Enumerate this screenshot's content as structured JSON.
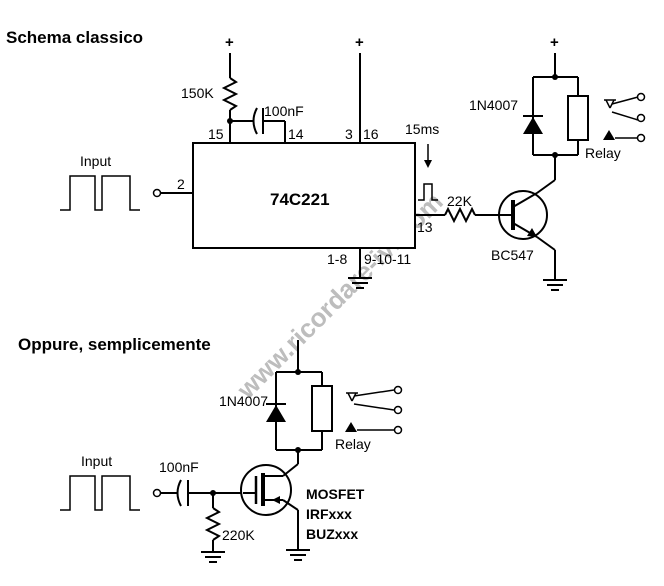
{
  "titles": {
    "classic": "Schema classico",
    "simple": "Oppure, semplicemente"
  },
  "watermark": "www.ricordare-ivi.com",
  "classic": {
    "chip": "74C221",
    "input_label": "Input",
    "resistor_timing": "150K",
    "capacitor_timing": "100nF",
    "pins": {
      "p15": "15",
      "p14": "14",
      "p3": "3",
      "p16": "16",
      "p2": "2",
      "p13": "13",
      "gnd_a": "1-8",
      "gnd_b": "9-10-11"
    },
    "pulse_label": "15ms",
    "base_resistor": "22K",
    "transistor": "BC547",
    "diode": "1N4007",
    "relay": "Relay",
    "plus": "+"
  },
  "simple": {
    "input_label": "Input",
    "capacitor": "100nF",
    "resistor": "220K",
    "diode": "1N4007",
    "relay": "Relay",
    "mosfet_lines": [
      "MOSFET",
      "IRFxxx",
      "BUZxxx"
    ]
  }
}
